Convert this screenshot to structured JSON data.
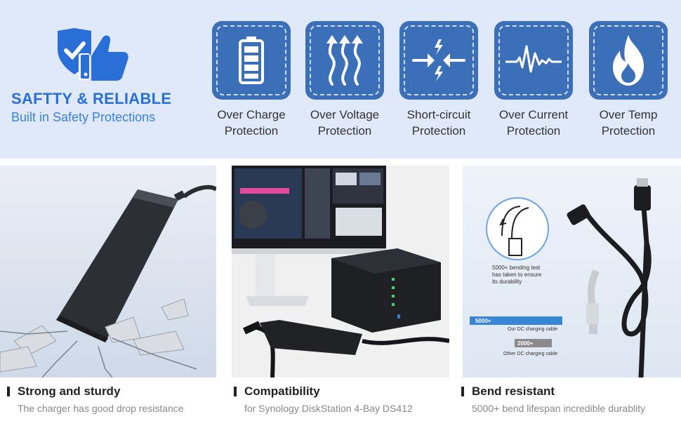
{
  "header": {
    "title": "SAFTTY & RELIABLE",
    "subtitle": "Built in Safety Protections"
  },
  "features": [
    {
      "icon": "battery-icon",
      "line1": "Over Charge",
      "line2": "Protection"
    },
    {
      "icon": "heat-waves-icon",
      "line1": "Over Voltage",
      "line2": "Protection"
    },
    {
      "icon": "short-circuit-icon",
      "line1": "Short-circuit",
      "line2": "Protection"
    },
    {
      "icon": "pulse-wave-icon",
      "line1": "Over Current",
      "line2": "Protection"
    },
    {
      "icon": "flame-icon",
      "line1": "Over Temp",
      "line2": "Protection"
    }
  ],
  "panels": {
    "bend": {
      "test_line1": "5000+ bending test",
      "test_line2": "has taken to ensure",
      "test_line3": "its durability",
      "bar1_value": "5000+",
      "bar1_caption": "Our DC charging cable",
      "bar2_value": "2000+",
      "bar2_caption": "Other DC charging cable"
    },
    "monitor": {
      "window_title": "Microsoft Office Power Point"
    }
  },
  "captions": [
    {
      "title": "Strong and sturdy",
      "subtitle": "The charger has good drop resistance"
    },
    {
      "title": "Compatibility",
      "subtitle": "for Synology DiskStation 4-Bay DS412"
    },
    {
      "title": "Bend resistant",
      "subtitle": "5000+ bend lifespan incredible durablity"
    }
  ],
  "colors": {
    "accent": "#2a6fd8",
    "tile": "#3b6fb8",
    "band": "#dfe9fa",
    "bar_ours": "#3a86d6",
    "bar_other": "#8a8a8a"
  }
}
